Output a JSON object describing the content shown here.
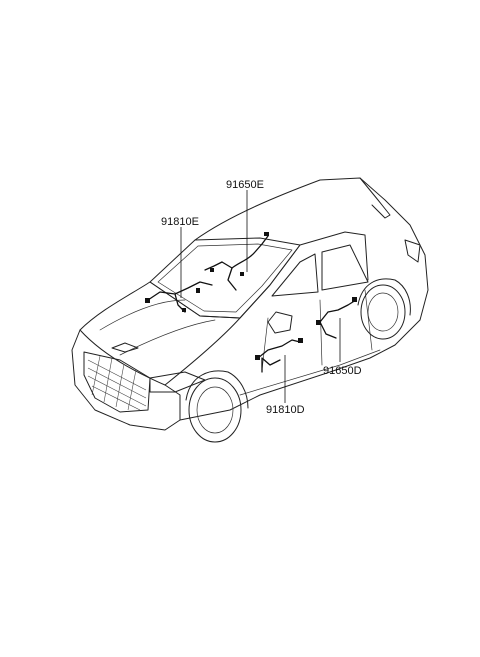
{
  "labels": {
    "roof_harness": "91650E",
    "front_door_harness": "91810E",
    "rear_door_harness": "91650D",
    "side_door_harness": "91810D"
  },
  "colors": {
    "line": "#222222",
    "background": "#ffffff"
  }
}
